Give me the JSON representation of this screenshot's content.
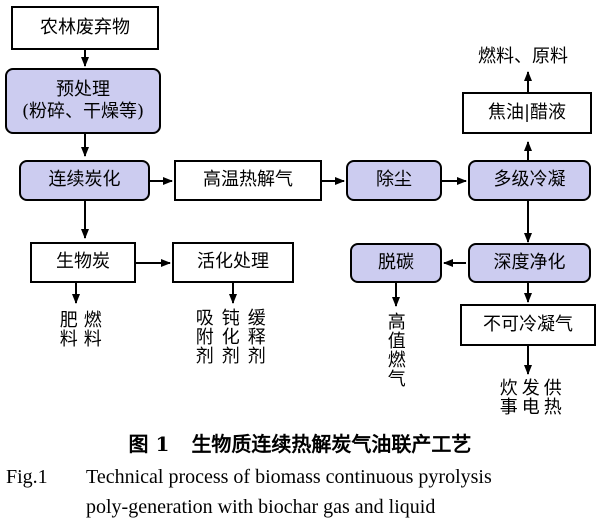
{
  "diagram": {
    "nodes": {
      "waste": "农林废弃物",
      "pretreat_line1": "预处理",
      "pretreat_line2": "(粉碎、干燥等)",
      "carbonize": "连续炭化",
      "hightemp_gas": "高温热解气",
      "dedust": "除尘",
      "condense": "多级冷凝",
      "tar_vinegar": "焦油|醋液",
      "biochar": "生物炭",
      "activate": "活化处理",
      "decarbon": "脱碳",
      "deep_purify": "深度净化",
      "noncondensable": "不可冷凝气"
    },
    "outputs": {
      "fuel_raw": "燃料、原料",
      "fertilizer": "肥料",
      "fuel": "燃料",
      "adsorbent": "吸附剂",
      "passivator": "钝化剂",
      "slow_release": "缓释剂",
      "high_value_gas": "高值燃气",
      "cooking_power_heat_col1": "炊事",
      "cooking_power_heat_col2": "发电",
      "cooking_power_heat_col3": "供热"
    }
  },
  "caption": {
    "cn_number": "图 1",
    "cn_title": "生物质连续热解炭气油联产工艺",
    "en_number": "Fig.1",
    "en_title_line1": "Technical process of biomass continuous pyrolysis",
    "en_title_line2": "poly-generation with biochar gas and liquid"
  },
  "colors": {
    "process_fill": "#ccccf0",
    "stroke": "#000000"
  }
}
